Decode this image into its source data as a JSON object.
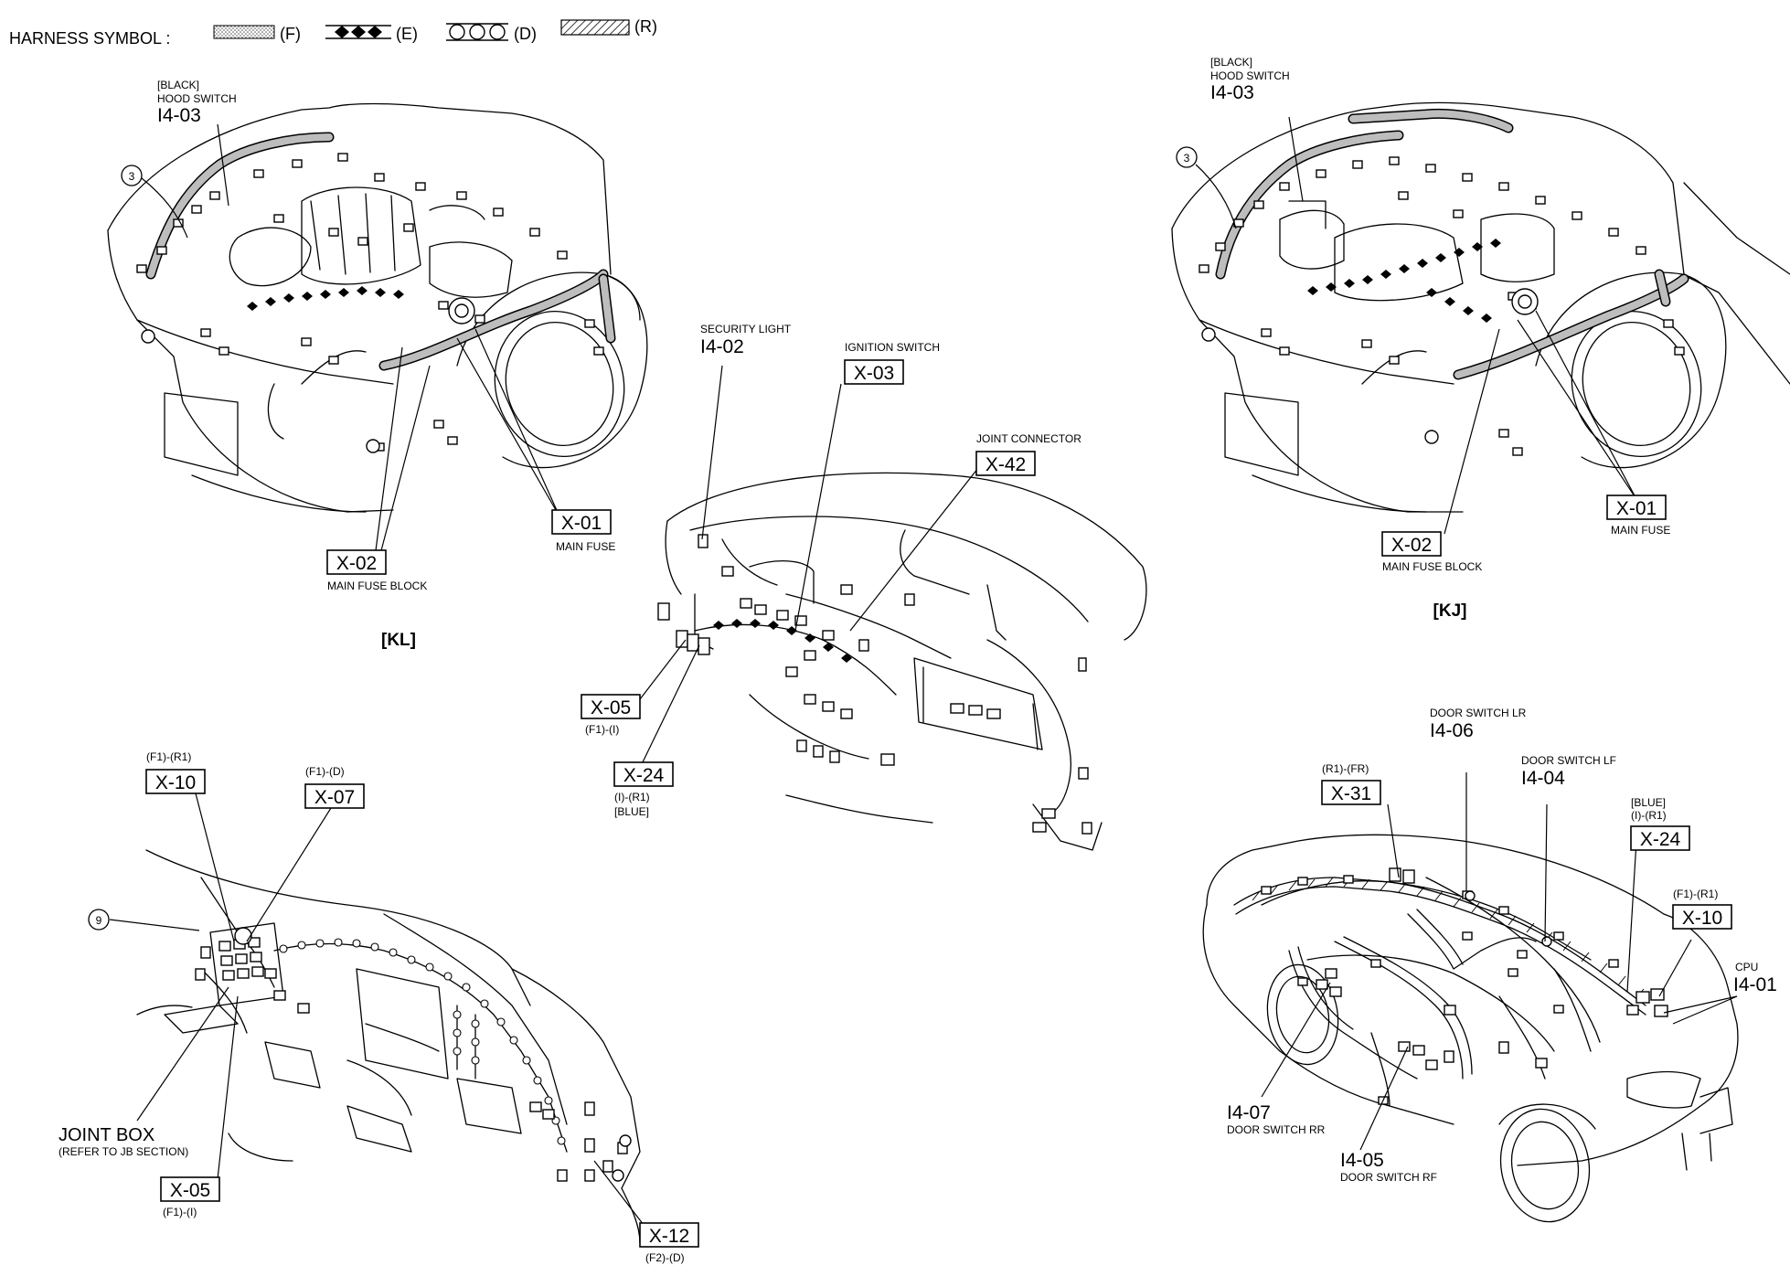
{
  "legend": {
    "title": "HARNESS SYMBOL :",
    "items": [
      {
        "code": "(F)",
        "style": "dotted-band"
      },
      {
        "code": "(E)",
        "style": "diamonds"
      },
      {
        "code": "(D)",
        "style": "circles"
      },
      {
        "code": "(R)",
        "style": "hatched"
      }
    ]
  },
  "views": {
    "kl": {
      "title": "[KL]",
      "hood_switch": {
        "color": "[BLACK]",
        "name": "HOOD SWITCH",
        "code": "I4-03"
      },
      "ref_3": "3",
      "main_fuse": {
        "code": "X-01",
        "name": "MAIN FUSE"
      },
      "main_fuse_block": {
        "code": "X-02",
        "name": "MAIN FUSE BLOCK"
      }
    },
    "kj": {
      "title": "[KJ]",
      "hood_switch": {
        "color": "[BLACK]",
        "name": "HOOD SWITCH",
        "code": "I4-03"
      },
      "ref_3": "3",
      "main_fuse": {
        "code": "X-01",
        "name": "MAIN FUSE"
      },
      "main_fuse_block": {
        "code": "X-02",
        "name": "MAIN FUSE BLOCK"
      }
    },
    "dash": {
      "security_light": {
        "name": "SECURITY LIGHT",
        "code": "I4-02"
      },
      "ignition_switch": {
        "name": "IGNITION SWITCH",
        "code": "X-03"
      },
      "joint_connector": {
        "name": "JOINT CONNECTOR",
        "code": "X-42"
      },
      "x05": {
        "code": "X-05",
        "sub": "(F1)-(I)"
      },
      "x24": {
        "code": "X-24",
        "sub": "(I)-(R1)",
        "color": "[BLUE]"
      }
    },
    "lower_dash": {
      "x10": {
        "code": "X-10",
        "sub": "(F1)-(R1)"
      },
      "x07": {
        "code": "X-07",
        "sub": "(F1)-(D)"
      },
      "ref_9": "9",
      "joint_box": {
        "name": "JOINT BOX",
        "note": "(REFER TO JB SECTION)"
      },
      "x05": {
        "code": "X-05",
        "sub": "(F1)-(I)"
      },
      "x12": {
        "code": "X-12",
        "sub": "(F2)-(D)"
      }
    },
    "body": {
      "x31": {
        "code": "X-31",
        "sub": "(R1)-(FR)"
      },
      "door_lr": {
        "name": "DOOR SWITCH LR",
        "code": "I4-06"
      },
      "door_lf": {
        "name": "DOOR SWITCH LF",
        "code": "I4-04"
      },
      "x24": {
        "code": "X-24",
        "color": "[BLUE]",
        "sub": "(I)-(R1)"
      },
      "x10": {
        "code": "X-10",
        "sub": "(F1)-(R1)"
      },
      "cpu": {
        "name": "CPU",
        "code": "I4-01"
      },
      "door_rr": {
        "code": "I4-07",
        "name": "DOOR SWITCH RR"
      },
      "door_rf": {
        "code": "I4-05",
        "name": "DOOR SWITCH RF"
      }
    }
  }
}
